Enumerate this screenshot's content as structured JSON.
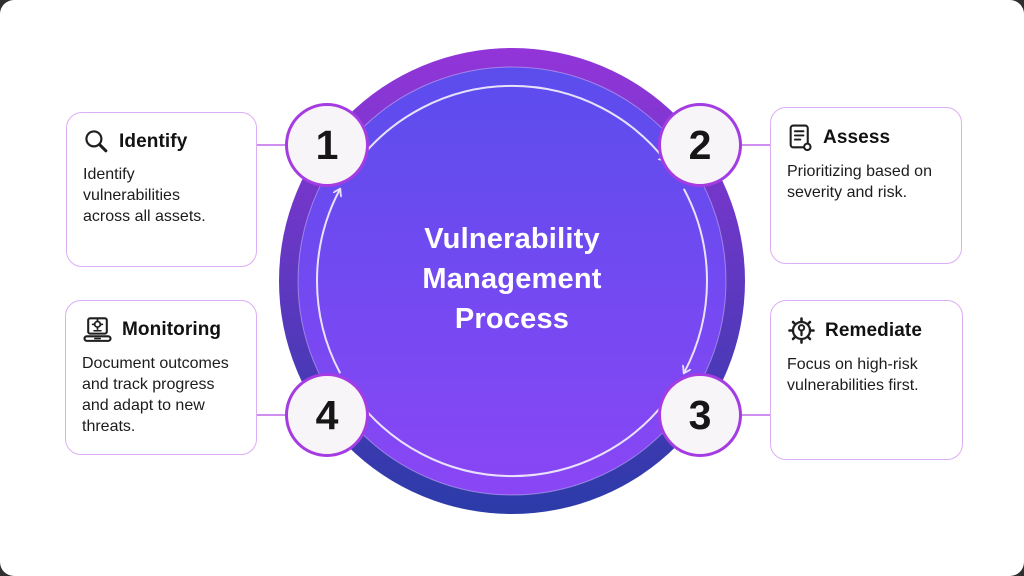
{
  "center": {
    "title": "Vulnerability Management Process"
  },
  "steps": [
    {
      "number": "1",
      "title": "Identify",
      "description": "Identify vulnerabilities across all assets.",
      "icon": "search-icon"
    },
    {
      "number": "2",
      "title": "Assess",
      "description": "Prioritizing based on severity and risk.",
      "icon": "report-document-icon"
    },
    {
      "number": "3",
      "title": "Remediate",
      "description": "Focus on high-risk vulnerabilities first.",
      "icon": "gear-wrench-icon"
    },
    {
      "number": "4",
      "title": "Monitoring",
      "description": "Document outcomes and track progress and adapt to new threats.",
      "icon": "laptop-gear-icon"
    }
  ],
  "flow": {
    "direction": "clockwise",
    "arrow_count": "4"
  },
  "colors": {
    "page_background": "#2f2f2f",
    "canvas_background": "#ffffff",
    "ring_gradient_top": "#9335d9",
    "ring_gradient_bottom": "#2b3ba8",
    "circle_gradient_top": "#5b4ded",
    "circle_gradient_bottom": "#8a46f5",
    "card_border": "#dcaef4",
    "connector": "#cf8ef0",
    "node_border": "#a43ce2",
    "node_background": "#f8f5f9",
    "heading_text": "#121212",
    "body_text": "#1c1c1c",
    "center_text": "#ffffff",
    "arrow": "#f3effc"
  }
}
